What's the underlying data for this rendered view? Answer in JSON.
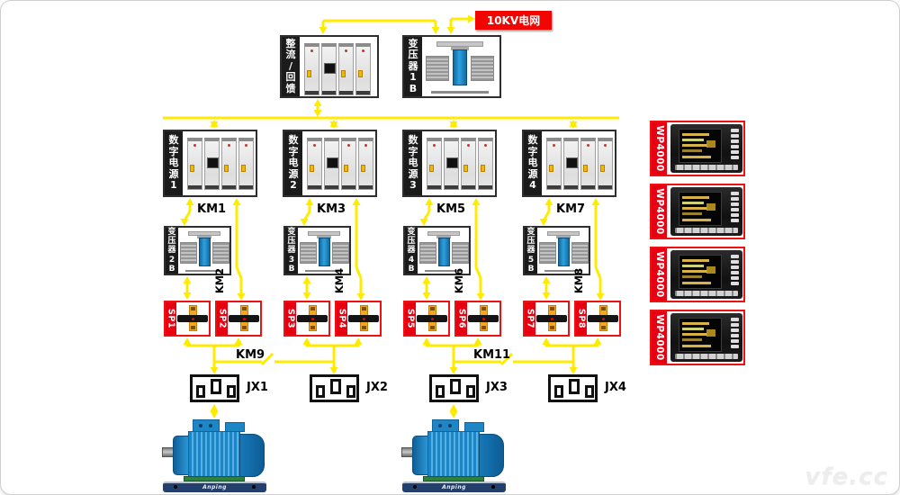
{
  "grid_label": "10KV电网",
  "rectifier_label": "整流/回馈",
  "transformer_1b_label": "变压器1B",
  "columns": [
    {
      "supply": "数字电源1",
      "km_top": "KM1",
      "km_side": "KM2",
      "transformer": "变压器2B",
      "sp_left": "SP1",
      "sp_right": "SP2"
    },
    {
      "supply": "数字电源2",
      "km_top": "KM3",
      "km_side": "KM4",
      "transformer": "变压器3B",
      "sp_left": "SP3",
      "sp_right": "SP4"
    },
    {
      "supply": "数字电源3",
      "km_top": "KM5",
      "km_side": "KM6",
      "transformer": "变压器4B",
      "sp_left": "SP5",
      "sp_right": "SP6"
    },
    {
      "supply": "数字电源4",
      "km_top": "KM7",
      "km_side": "KM8",
      "transformer": "变压器5B",
      "sp_left": "SP7",
      "sp_right": "SP8"
    }
  ],
  "interconnects": {
    "km9": "KM9",
    "km11": "KM11"
  },
  "junction_boxes": [
    {
      "label": "JX1"
    },
    {
      "label": "JX2"
    },
    {
      "label": "JX3"
    },
    {
      "label": "JX4"
    }
  ],
  "analyzers": [
    {
      "label": "WP4000"
    },
    {
      "label": "WP4000"
    },
    {
      "label": "WP4000"
    },
    {
      "label": "WP4000"
    }
  ],
  "motors": [
    {
      "brand": "Anping"
    },
    {
      "brand": "Anping"
    }
  ],
  "watermark": "vfe.cc",
  "colors": {
    "wire_yellow": "#ffeb00",
    "alert_red": "#e60012",
    "grid_label_red": "#f20500",
    "panel_black": "#1b1b1b",
    "transformer_blue": "#1f8fd2",
    "motor_blue": "#1d86c8"
  }
}
